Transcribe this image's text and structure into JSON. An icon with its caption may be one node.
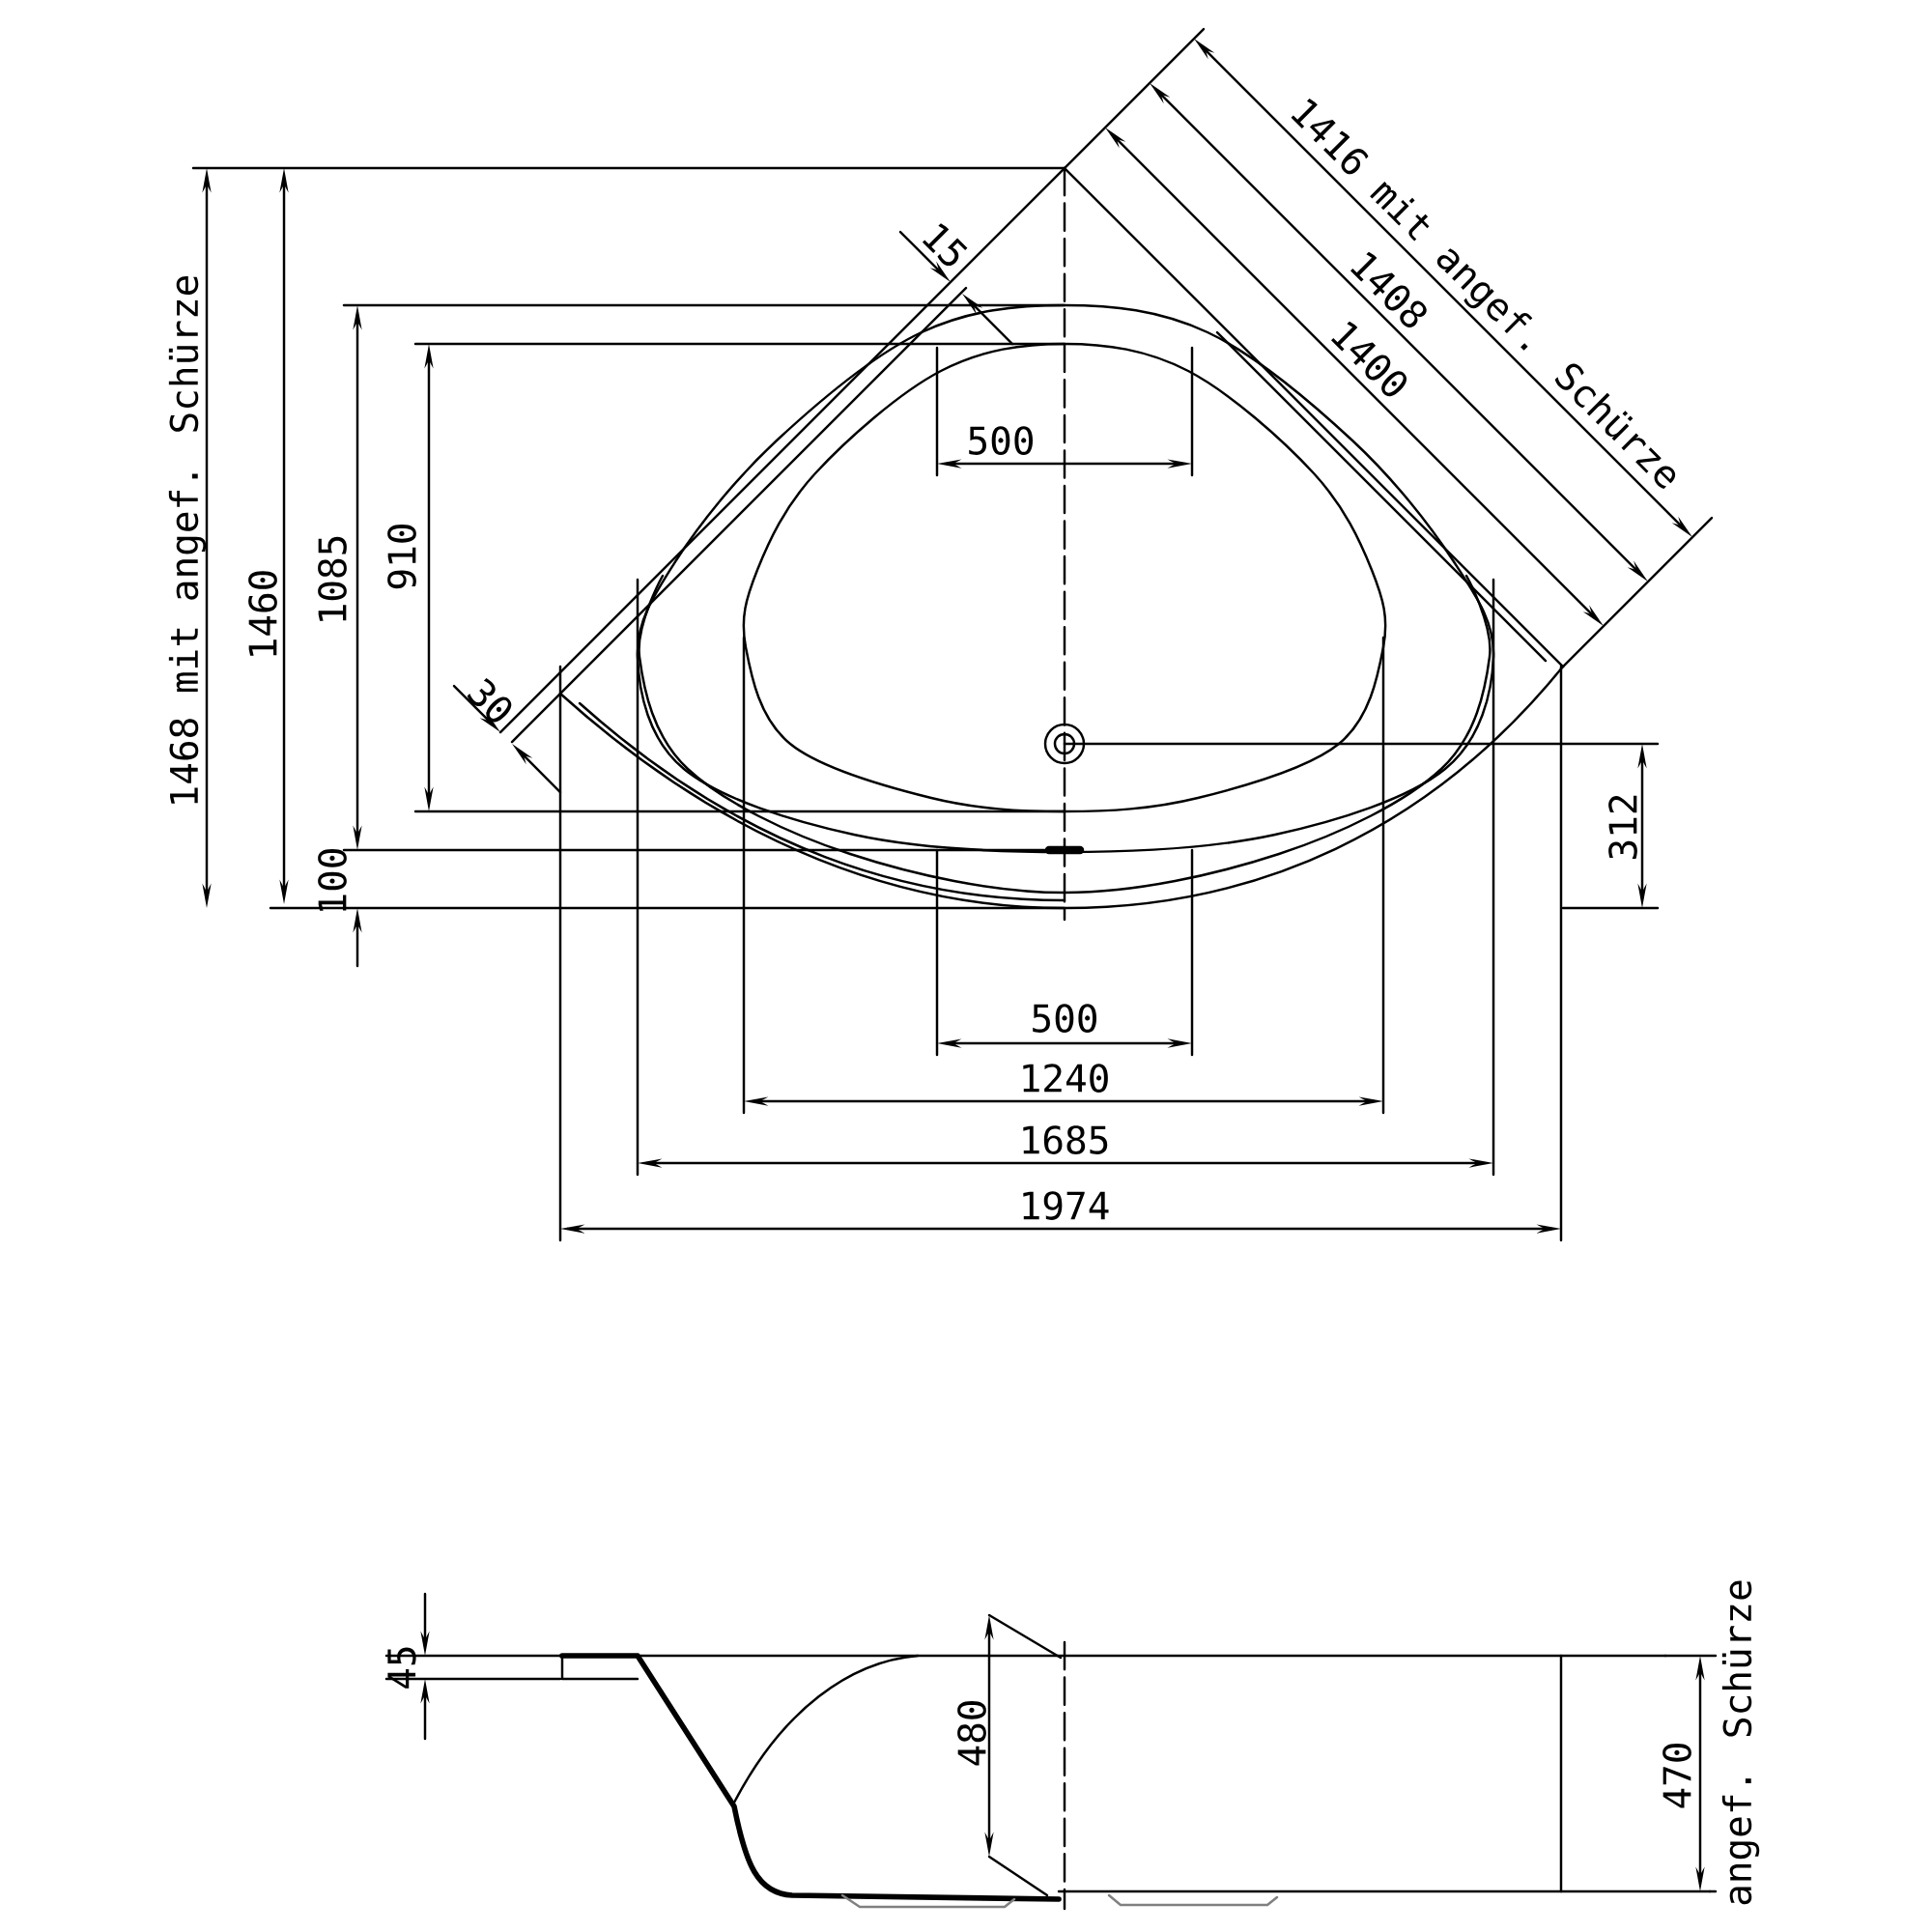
{
  "diagram": {
    "labels": [
      "1468 mit angef. Schürze",
      "1460",
      "1085",
      "910",
      "15",
      "500",
      "1416 mit angef. Schürze",
      "1408",
      "1400",
      "30",
      "100",
      "312",
      "500",
      "1240",
      "1685",
      "1974",
      "45",
      "480",
      "470",
      "angef. Schürze"
    ]
  }
}
